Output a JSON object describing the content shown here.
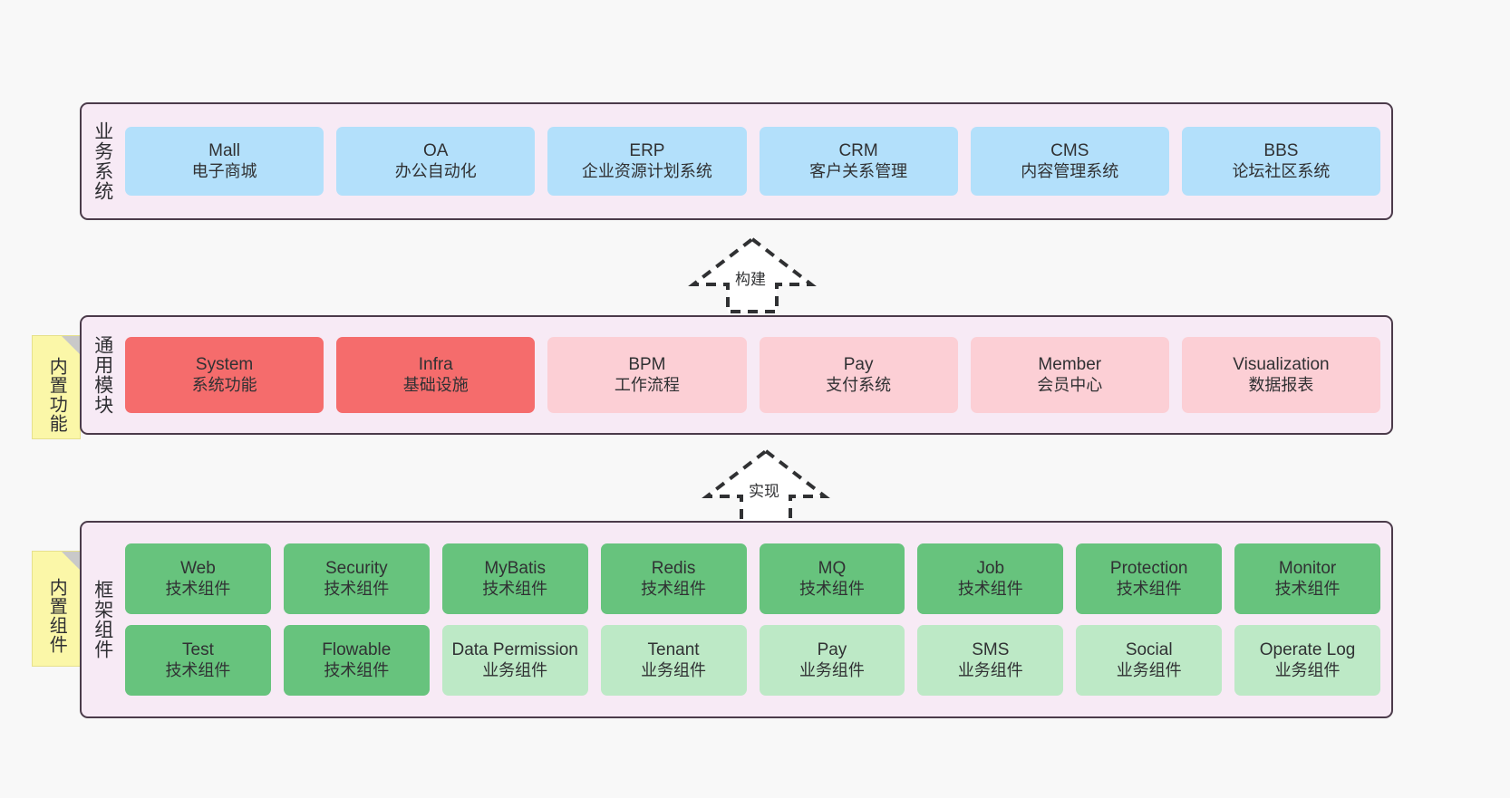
{
  "diagram": {
    "title": "",
    "layers": [
      {
        "id": "business",
        "label": "业务系统",
        "cards": [
          {
            "name": "Mall",
            "desc": "电子商城"
          },
          {
            "name": "OA",
            "desc": "办公自动化"
          },
          {
            "name": "ERP",
            "desc": "企业资源计划系统"
          },
          {
            "name": "CRM",
            "desc": "客户关系管理"
          },
          {
            "name": "CMS",
            "desc": "内容管理系统"
          },
          {
            "name": "BBS",
            "desc": "论坛社区系统"
          }
        ]
      },
      {
        "id": "common-module",
        "label": "通用模块",
        "sticky": "内置功能",
        "cards": [
          {
            "name": "System",
            "desc": "系统功能"
          },
          {
            "name": "Infra",
            "desc": "基础设施"
          },
          {
            "name": "BPM",
            "desc": "工作流程"
          },
          {
            "name": "Pay",
            "desc": "支付系统"
          },
          {
            "name": "Member",
            "desc": "会员中心"
          },
          {
            "name": "Visualization",
            "desc": "数据报表"
          }
        ]
      },
      {
        "id": "framework",
        "label": "框架组件",
        "sticky": "内置组件",
        "row1": [
          {
            "name": "Web",
            "desc": "技术组件"
          },
          {
            "name": "Security",
            "desc": "技术组件"
          },
          {
            "name": "MyBatis",
            "desc": "技术组件"
          },
          {
            "name": "Redis",
            "desc": "技术组件"
          },
          {
            "name": "MQ",
            "desc": "技术组件"
          },
          {
            "name": "Job",
            "desc": "技术组件"
          },
          {
            "name": "Protection",
            "desc": "技术组件"
          },
          {
            "name": "Monitor",
            "desc": "技术组件"
          }
        ],
        "row2": [
          {
            "name": "Test",
            "desc": "技术组件"
          },
          {
            "name": "Flowable",
            "desc": "技术组件"
          },
          {
            "name": "Data Permission",
            "desc": "业务组件"
          },
          {
            "name": "Tenant",
            "desc": "业务组件"
          },
          {
            "name": "Pay",
            "desc": "业务组件"
          },
          {
            "name": "SMS",
            "desc": "业务组件"
          },
          {
            "name": "Social",
            "desc": "业务组件"
          },
          {
            "name": "Operate Log",
            "desc": "业务组件"
          }
        ]
      }
    ],
    "connectors": [
      {
        "id": "build",
        "label": "构建"
      },
      {
        "id": "implement",
        "label": "实现"
      }
    ],
    "colors": {
      "panel_bg": "#f7eaf5",
      "panel_border": "#4b3b4a",
      "business_card": "#b3e0fb",
      "module_primary": "#f56c6c",
      "module_secondary": "#fccfd5",
      "tech_component": "#67c37d",
      "business_component": "#bde9c6",
      "sticky_note": "#fbf7a8",
      "page_bg": "#f8f8f8"
    }
  }
}
